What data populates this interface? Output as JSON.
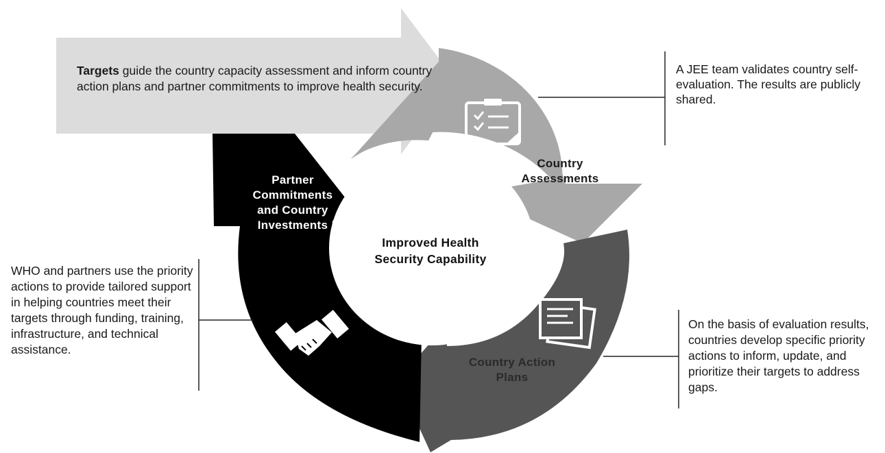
{
  "targets": {
    "bold": "Targets",
    "rest": " guide the country capacity assessment and inform country action plans and partner commitments to improve health security."
  },
  "jee_note": "A JEE team validates country self-evaluation. The results are publicly shared.",
  "who_note": "WHO and partners use the priority actions to provide tailored support in helping countries meet their targets through funding, training, infrastructure, and technical assistance.",
  "plans_note": "On the basis of evaluation results, countries develop specific priority actions to inform, update, and prioritize their targets to address gaps.",
  "segments": {
    "assessments": "Country Assessments",
    "action_plans": "Country Action Plans",
    "partner": "Partner Commitments and Country Investments"
  },
  "center": "Improved Health Security Capability",
  "icons": {
    "assessments": "clipboard-checklist-icon",
    "action_plans": "documents-icon",
    "partner": "handshake-icon"
  },
  "colors": {
    "targets_arrow": "#dcdcdc",
    "assessments": "#a8a8a8",
    "action_plans": "#555555",
    "partner": "#000000"
  }
}
